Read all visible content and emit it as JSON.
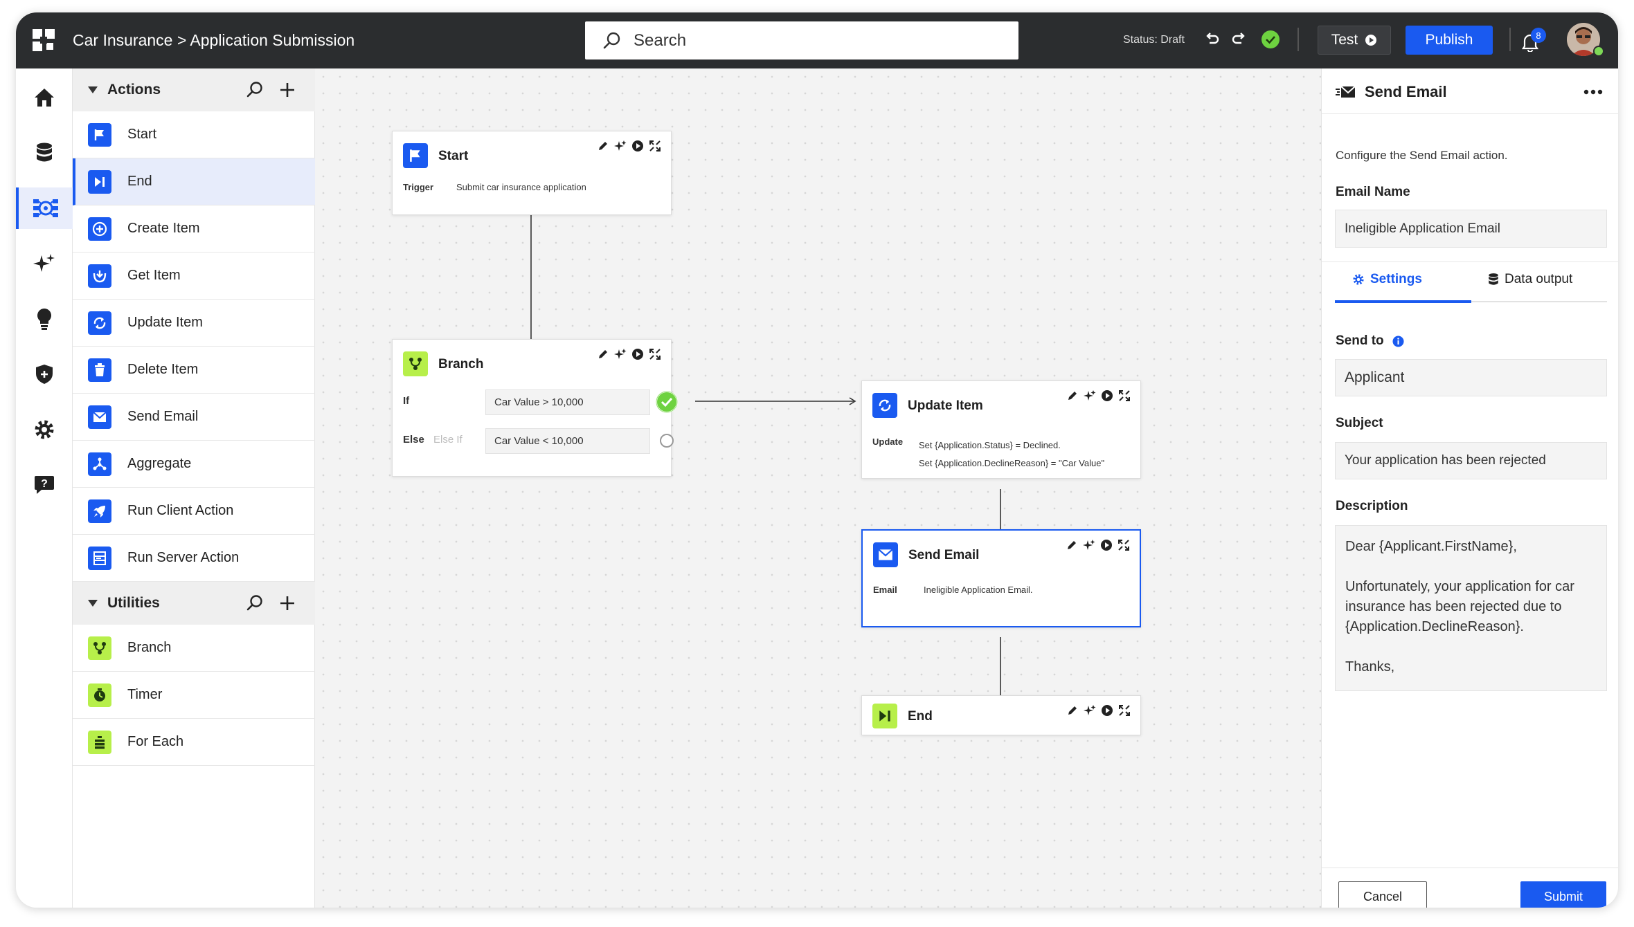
{
  "topbar": {
    "breadcrumb": "Car Insurance > Application Submission",
    "search_placeholder": "Search",
    "status": "Status: Draft",
    "test_label": "Test",
    "publish_label": "Publish",
    "notification_count": "8"
  },
  "colors": {
    "accent": "#1a5af0",
    "topbar": "#2b2d2f",
    "utility_green": "#b7ef4a",
    "success": "#6ed240"
  },
  "rail": {
    "items": [
      "home-icon",
      "database-icon",
      "flow-icon",
      "sparkle-icon",
      "lightbulb-icon",
      "shield-icon",
      "gear-icon",
      "help-icon"
    ],
    "active": "flow-icon"
  },
  "actions_section": {
    "title": "Actions",
    "items": [
      {
        "label": "Start",
        "icon": "flag-icon"
      },
      {
        "label": "End",
        "icon": "end-icon"
      },
      {
        "label": "Create Item",
        "icon": "plus-circle-icon"
      },
      {
        "label": "Get Item",
        "icon": "download-icon"
      },
      {
        "label": "Update Item",
        "icon": "refresh-icon"
      },
      {
        "label": "Delete Item",
        "icon": "trash-icon"
      },
      {
        "label": "Send Email",
        "icon": "mail-icon"
      },
      {
        "label": "Aggregate",
        "icon": "aggregate-icon"
      },
      {
        "label": "Run Client Action",
        "icon": "rocket-icon"
      },
      {
        "label": "Run Server Action",
        "icon": "server-icon"
      }
    ],
    "selected": "End"
  },
  "utilities_section": {
    "title": "Utilities",
    "items": [
      {
        "label": "Branch",
        "icon": "branch-icon"
      },
      {
        "label": "Timer",
        "icon": "timer-icon"
      },
      {
        "label": "For Each",
        "icon": "stack-icon"
      }
    ]
  },
  "nodes": {
    "start": {
      "title": "Start",
      "field_label": "Trigger",
      "field_value": "Submit car insurance application"
    },
    "branch": {
      "title": "Branch",
      "if_label": "If",
      "else_label": "Else",
      "else_if_label": "Else If",
      "if_condition": "Car Value > 10,000",
      "else_condition": "Car Value < 10,000"
    },
    "update": {
      "title": "Update Item",
      "field_label": "Update",
      "line1": "Set {Application.Status} = Declined.",
      "line2": "Set {Application.DeclineReason} = \"Car Value\""
    },
    "send_email": {
      "title": "Send Email",
      "field_label": "Email",
      "field_value": "Ineligible Application Email."
    },
    "end": {
      "title": "End"
    }
  },
  "right_panel": {
    "title": "Send Email",
    "description": "Configure the Send Email action.",
    "email_name_label": "Email Name",
    "email_name_value": "Ineligible Application Email",
    "tabs": {
      "settings": "Settings",
      "data_output": "Data output"
    },
    "send_to_label": "Send to",
    "send_to_value": "Applicant",
    "subject_label": "Subject",
    "subject_value": "Your application has been rejected",
    "description_label": "Description",
    "body": {
      "line1": "Dear {Applicant.FirstName},",
      "line2": "Unfortunately, your application for car insurance has been rejected due to {Application.DeclineReason}.",
      "line3": "Thanks,"
    },
    "cancel_label": "Cancel",
    "submit_label": "Submit"
  }
}
